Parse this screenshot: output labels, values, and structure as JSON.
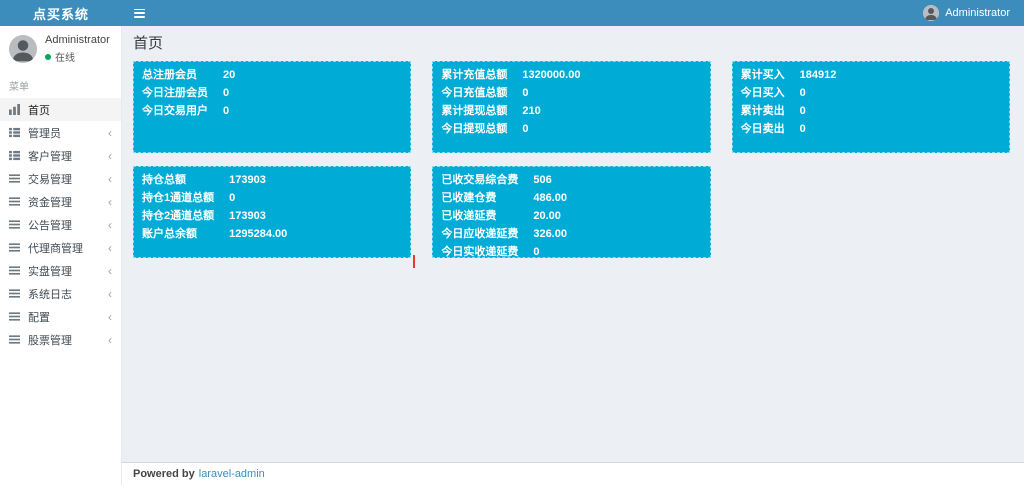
{
  "topbar": {
    "title": "点买系统",
    "user_label": "Administrator"
  },
  "sidebar": {
    "user": {
      "name": "Administrator",
      "status": "在线"
    },
    "section_label": "菜单",
    "items": [
      {
        "key": "home",
        "label": "首页",
        "icon": "bar-chart-icon",
        "active": true,
        "expandable": false
      },
      {
        "key": "admin",
        "label": "管理员",
        "icon": "th-list-icon",
        "active": false,
        "expandable": true
      },
      {
        "key": "customer",
        "label": "客户管理",
        "icon": "th-list-icon",
        "active": false,
        "expandable": true
      },
      {
        "key": "trade",
        "label": "交易管理",
        "icon": "bars-icon",
        "active": false,
        "expandable": true
      },
      {
        "key": "funds",
        "label": "资金管理",
        "icon": "bars-icon",
        "active": false,
        "expandable": true
      },
      {
        "key": "notice",
        "label": "公告管理",
        "icon": "bars-icon",
        "active": false,
        "expandable": true
      },
      {
        "key": "agent",
        "label": "代理商管理",
        "icon": "bars-icon",
        "active": false,
        "expandable": true
      },
      {
        "key": "realtrade",
        "label": "实盘管理",
        "icon": "bars-icon",
        "active": false,
        "expandable": true
      },
      {
        "key": "syslog",
        "label": "系统日志",
        "icon": "bars-icon",
        "active": false,
        "expandable": true
      },
      {
        "key": "config",
        "label": "配置",
        "icon": "bars-icon",
        "active": false,
        "expandable": true
      },
      {
        "key": "stock",
        "label": "股票管理",
        "icon": "bars-icon",
        "active": false,
        "expandable": true
      }
    ]
  },
  "main": {
    "page_title": "首页",
    "cards": [
      {
        "key": "members",
        "rows": [
          [
            "总注册会员",
            "20"
          ],
          [
            "今日注册会员",
            "0"
          ],
          [
            "今日交易用户",
            "0"
          ]
        ]
      },
      {
        "key": "recharge",
        "rows": [
          [
            "累计充值总额",
            "1320000.00"
          ],
          [
            "今日充值总额",
            "0"
          ],
          [
            "累计提现总额",
            "210"
          ],
          [
            "今日提现总额",
            "0"
          ]
        ]
      },
      {
        "key": "buy-sell",
        "rows": [
          [
            "累计买入",
            "184912"
          ],
          [
            "今日买入",
            "0"
          ],
          [
            "累计卖出",
            "0"
          ],
          [
            "今日卖出",
            "0"
          ]
        ]
      },
      {
        "key": "positions",
        "rows": [
          [
            "持仓总额",
            "173903"
          ],
          [
            "持仓1通道总额",
            "0"
          ],
          [
            "持仓2通道总额",
            "173903"
          ],
          [
            "账户总余额",
            "1295284.00"
          ]
        ]
      },
      {
        "key": "fees",
        "rows": [
          [
            "已收交易综合费",
            "506"
          ],
          [
            "已收建仓费",
            "486.00"
          ],
          [
            "已收递延费",
            "20.00"
          ],
          [
            "今日应收递延费",
            "326.00"
          ],
          [
            "今日实收递延费",
            "0"
          ]
        ]
      }
    ]
  },
  "footer": {
    "powered_by": "Powered by",
    "link_label": "laravel-admin"
  },
  "colors": {
    "topbar_blue": "#3c8dbc",
    "card_cyan": "#00acd6",
    "link_blue": "#3c8dbc",
    "online_green": "#00a65a"
  }
}
